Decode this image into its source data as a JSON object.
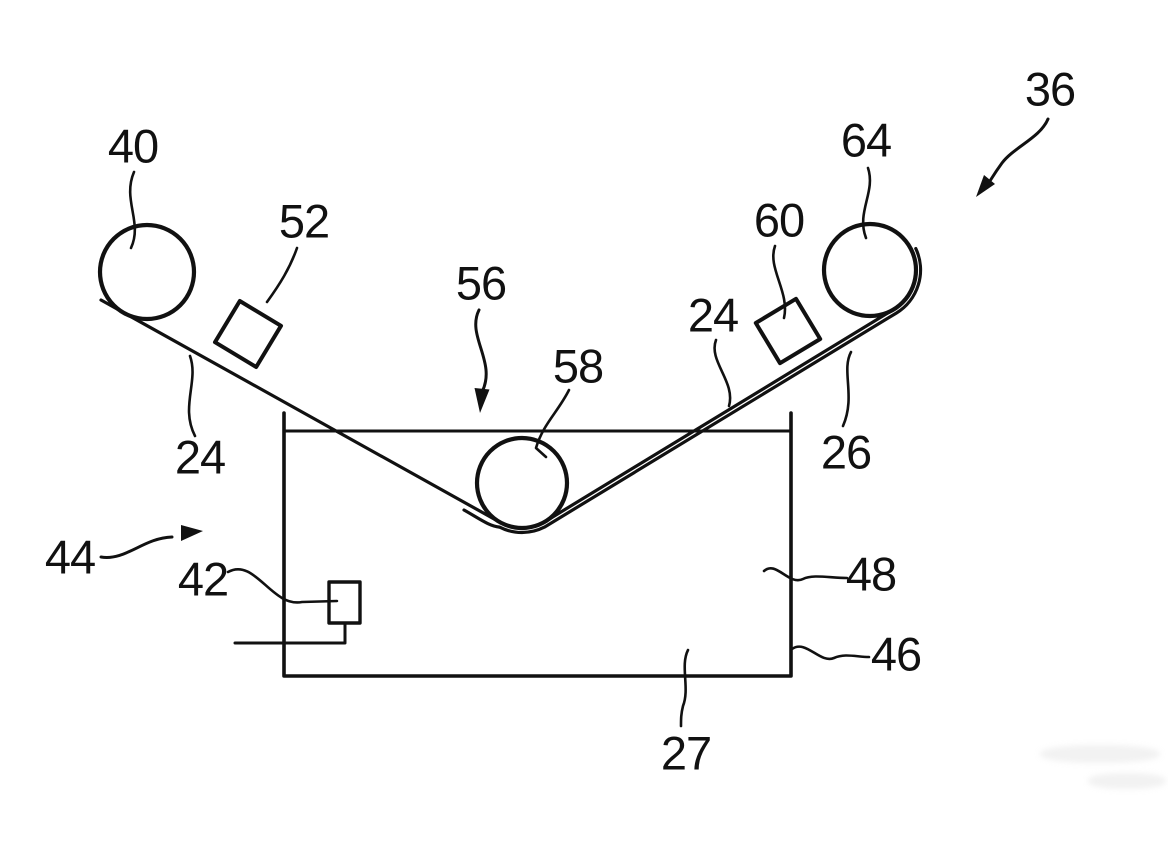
{
  "figure_labels": {
    "r36": "36",
    "r40": "40",
    "r52": "52",
    "r56": "56",
    "r58": "58",
    "r60": "60",
    "r64": "64",
    "r24_left": "24",
    "r24_right": "24",
    "r26": "26",
    "r44": "44",
    "r42": "42",
    "r48": "48",
    "r46": "46",
    "r27": "27"
  },
  "colors": {
    "ink": "#111111",
    "background": "#ffffff"
  }
}
